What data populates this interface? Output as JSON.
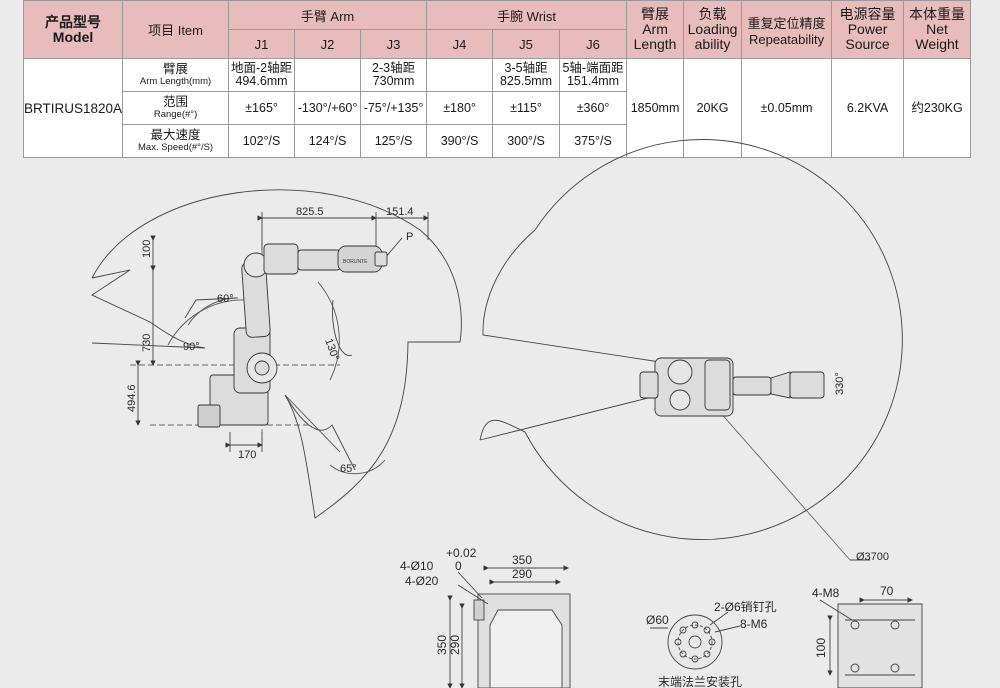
{
  "table": {
    "header": {
      "model_cn": "产品型号",
      "model_en": "Model",
      "item": "项目 Item",
      "arm_group": "手臂 Arm",
      "wrist_group": "手腕 Wrist",
      "joints": [
        "J1",
        "J2",
        "J3",
        "J4",
        "J5",
        "J6"
      ],
      "arm_length": [
        "臂展",
        "Arm",
        "Length"
      ],
      "loading": [
        "负载",
        "Loading",
        "ability"
      ],
      "repeatability_cn": "重复定位精度",
      "repeatability_en": "Repeatability",
      "power": [
        "电源容量",
        "Power",
        "Source"
      ],
      "weight": [
        "本体重量",
        "Net Weight"
      ]
    },
    "model": "BRTIRUS1820A",
    "rows": [
      {
        "label_cn": "臂展",
        "label_en": "Arm Length(mm)",
        "cells": [
          [
            "地面-2轴距",
            "494.6mm"
          ],
          [
            ""
          ],
          [
            "2-3轴距",
            "730mm"
          ],
          [
            ""
          ],
          [
            "3-5轴距",
            "825.5mm"
          ],
          [
            "5轴-端面距",
            "151.4mm"
          ]
        ]
      },
      {
        "label_cn": "范围",
        "label_en": "Range(#°)",
        "cells": [
          [
            "±165°"
          ],
          [
            "-130°/+60°"
          ],
          [
            "-75°/+135°"
          ],
          [
            "±180°"
          ],
          [
            "±115°"
          ],
          [
            "±360°"
          ]
        ]
      },
      {
        "label_cn": "最大速度",
        "label_en": "Max. Speed(#°/S)",
        "cells": [
          [
            "102°/S"
          ],
          [
            "124°/S"
          ],
          [
            "125°/S"
          ],
          [
            "390°/S"
          ],
          [
            "300°/S"
          ],
          [
            "375°/S"
          ]
        ]
      }
    ],
    "arm_length_value": "1850mm",
    "loading_value": "20KG",
    "repeatability_value": "±0.05mm",
    "power_value": "6.2KVA",
    "weight_value": "约230KG"
  },
  "side_view": {
    "dim_825": "825.5",
    "dim_151": "151.4",
    "label_p": "P",
    "dim_100": "100",
    "dim_730": "730",
    "dim_494": "494.6",
    "dim_170": "170",
    "angle_60": "60°",
    "angle_90": "90°",
    "angle_130": "130°",
    "angle_65": "65°",
    "brand": "BORUNTE"
  },
  "top_view": {
    "angle_330": "330°",
    "diameter": "Ø3700"
  },
  "base_view": {
    "tol_upper": "+0.02",
    "holes_10": "4-Ø10",
    "tol_lower": "0",
    "holes_20": "4-Ø20",
    "dim_350_top": "350",
    "dim_290_top": "290",
    "dim_350_left": "350",
    "dim_290_left": "290"
  },
  "flange_view": {
    "pin_holes": "2-Ø6销钉孔",
    "dia_60": "Ø60",
    "thread": "8-M6",
    "caption": "末端法兰安装孔"
  },
  "side_mount_view": {
    "thread": "4-M8",
    "dim_70": "70",
    "dim_100": "100"
  }
}
